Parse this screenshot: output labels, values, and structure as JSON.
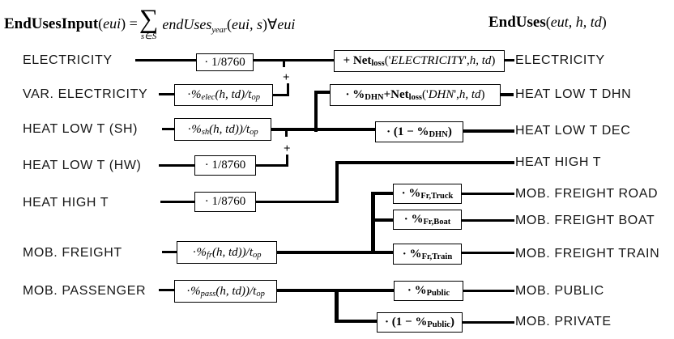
{
  "equations": {
    "sum_symbol": "∑",
    "sum_sub": "s∈S",
    "left_lhs_segs": [
      [
        "EndUsesInput",
        "b"
      ],
      [
        "(",
        ""
      ],
      [
        "eui",
        "i"
      ],
      [
        ") = ",
        ""
      ]
    ],
    "left_rhs_segs": [
      [
        "endUses",
        "i"
      ],
      [
        "year",
        "i s"
      ],
      [
        "(",
        ""
      ],
      [
        "eui, s",
        "i"
      ],
      [
        ")∀",
        ""
      ],
      [
        "eui",
        "i"
      ]
    ],
    "right_segs": [
      [
        "EndUses",
        "b"
      ],
      [
        "(",
        ""
      ],
      [
        "eut, h, td",
        "i"
      ],
      [
        ")",
        ""
      ]
    ]
  },
  "junctions": {
    "plus_top": "+",
    "plus_mid": "+"
  },
  "inputs": [
    {
      "label": "ELECTRICITY"
    },
    {
      "label": "VAR. ELECTRICITY"
    },
    {
      "label": "HEAT LOW T (SH)"
    },
    {
      "label": "HEAT LOW T (HW)"
    },
    {
      "label": "HEAT HIGH T"
    },
    {
      "label": "MOB. FREIGHT"
    },
    {
      "label": "MOB. PASSENGER"
    }
  ],
  "outputs": [
    {
      "label": "ELECTRICITY"
    },
    {
      "label": "HEAT LOW T DHN"
    },
    {
      "label": "HEAT LOW T DEC"
    },
    {
      "label": "HEAT HIGH T"
    },
    {
      "label": "MOB. FREIGHT ROAD"
    },
    {
      "label": "MOB. FREIGHT BOAT"
    },
    {
      "label": "MOB. FREIGHT TRAIN"
    },
    {
      "label": "MOB. PUBLIC"
    },
    {
      "label": "MOB. PRIVATE"
    }
  ],
  "input_boxes": [
    {
      "id": "electricity-share",
      "segs": [
        [
          "· 1/8760",
          ""
        ]
      ]
    },
    {
      "id": "var-electricity-share",
      "segs": [
        [
          "· ",
          ""
        ],
        [
          "%",
          "i"
        ],
        [
          "elec",
          "i s"
        ],
        [
          "(h, td)/t",
          "i"
        ],
        [
          "op",
          "i s"
        ]
      ]
    },
    {
      "id": "heat-sh-share",
      "segs": [
        [
          "· ",
          ""
        ],
        [
          "%",
          "i"
        ],
        [
          "sh",
          "i s"
        ],
        [
          "(h, td))/t",
          "i"
        ],
        [
          "op",
          "i s"
        ]
      ]
    },
    {
      "id": "heat-hw-share",
      "segs": [
        [
          "· 1/8760",
          ""
        ]
      ]
    },
    {
      "id": "heat-high-share",
      "segs": [
        [
          "· 1/8760",
          ""
        ]
      ]
    },
    {
      "id": "mob-freight-share",
      "segs": [
        [
          "· ",
          ""
        ],
        [
          "%",
          "i"
        ],
        [
          "fr",
          "i s"
        ],
        [
          "(h, td))/t",
          "i"
        ],
        [
          "op",
          "i s"
        ]
      ]
    },
    {
      "id": "mob-passenger-share",
      "segs": [
        [
          "· ",
          ""
        ],
        [
          "%",
          "i"
        ],
        [
          "pass",
          "i s"
        ],
        [
          "(h, td))/t",
          "i"
        ],
        [
          "op",
          "i s"
        ]
      ]
    }
  ],
  "output_boxes": [
    {
      "id": "netloss-electricity",
      "segs": [
        [
          "+ Net",
          "b"
        ],
        [
          "loss",
          "b s"
        ],
        [
          " ('",
          ""
        ],
        [
          "ELECTRICITY",
          "i"
        ],
        [
          "', ",
          ""
        ],
        [
          "h, td",
          "i"
        ],
        [
          ")",
          ""
        ]
      ]
    },
    {
      "id": "dhn-share-netloss",
      "segs": [
        [
          "· %",
          "b"
        ],
        [
          "DHN",
          "b s"
        ],
        [
          " + ",
          "b"
        ],
        [
          "Net",
          "b"
        ],
        [
          "loss",
          "b s"
        ],
        [
          "('",
          ""
        ],
        [
          "DHN",
          "i"
        ],
        [
          "', ",
          ""
        ],
        [
          "h, td",
          "i"
        ],
        [
          ")",
          ""
        ]
      ]
    },
    {
      "id": "dec-share",
      "segs": [
        [
          "· (1 − %",
          "b"
        ],
        [
          "DHN",
          "b s"
        ],
        [
          ")",
          "b"
        ]
      ]
    },
    {
      "id": "freight-truck-share",
      "segs": [
        [
          "· %",
          "b"
        ],
        [
          "Fr,Truck",
          "b s"
        ]
      ]
    },
    {
      "id": "freight-boat-share",
      "segs": [
        [
          "· %",
          "b"
        ],
        [
          "Fr,Boat",
          "b s"
        ]
      ]
    },
    {
      "id": "freight-train-share",
      "segs": [
        [
          "· %",
          "b"
        ],
        [
          "Fr,Train",
          "b s"
        ]
      ]
    },
    {
      "id": "public-share",
      "segs": [
        [
          "· %",
          "b"
        ],
        [
          "Public",
          "b s"
        ]
      ]
    },
    {
      "id": "private-share",
      "segs": [
        [
          "· (1 − %",
          "b"
        ],
        [
          "Public",
          "b s"
        ],
        [
          ")",
          "b"
        ]
      ]
    }
  ]
}
